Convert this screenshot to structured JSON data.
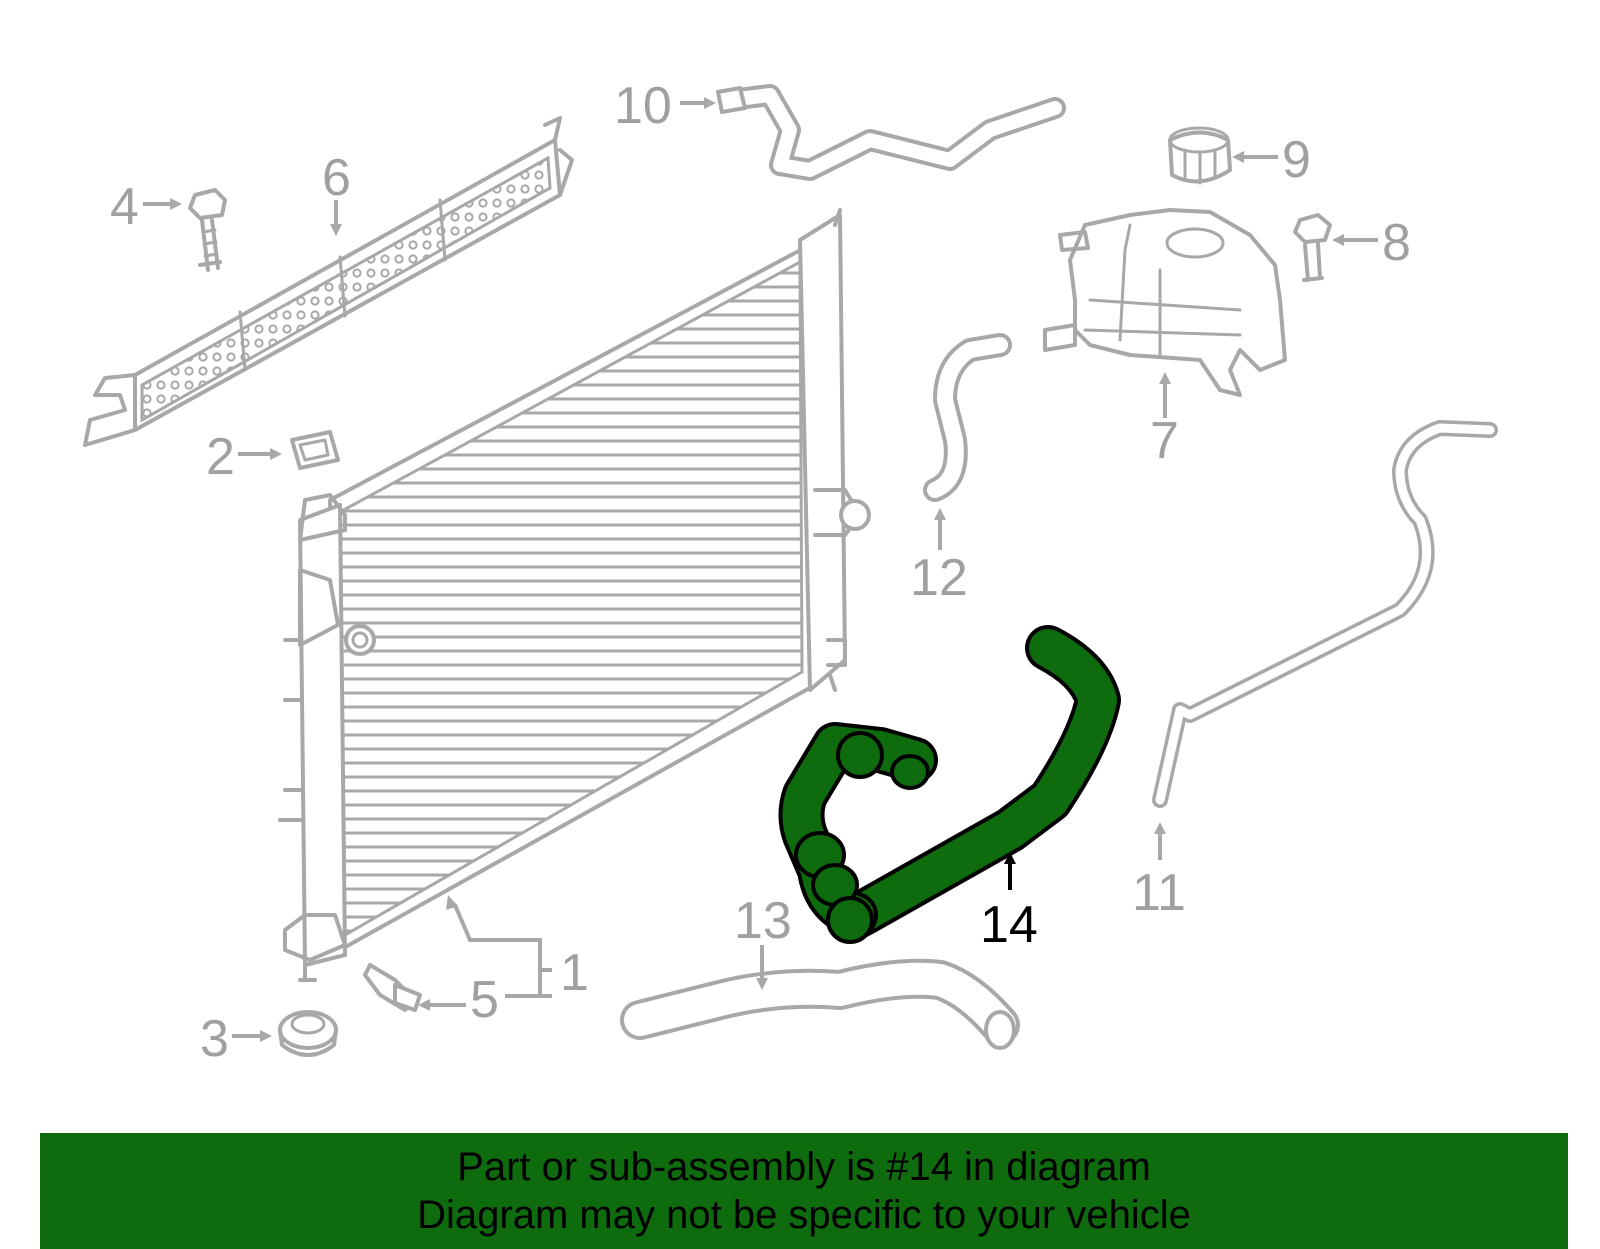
{
  "callouts": {
    "c1": "1",
    "c2": "2",
    "c3": "3",
    "c4": "4",
    "c5": "5",
    "c6": "6",
    "c7": "7",
    "c8": "8",
    "c9": "9",
    "c10": "10",
    "c11": "11",
    "c12": "12",
    "c13": "13",
    "c14": "14"
  },
  "highlight": {
    "part": "14",
    "color": "#0e6b0e"
  },
  "banner": {
    "line1": "Part or sub-assembly is #14 in diagram",
    "line2": "Diagram may not be specific to your vehicle"
  }
}
